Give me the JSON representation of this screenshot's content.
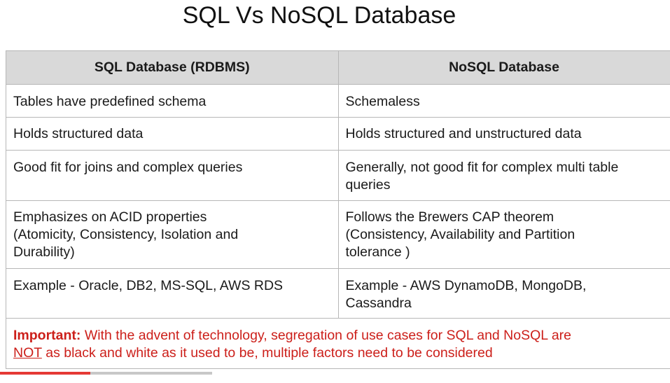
{
  "title": "SQL Vs NoSQL Database",
  "table": {
    "headers": [
      "SQL Database (RDBMS)",
      "NoSQL Database"
    ],
    "rows": [
      {
        "sql": [
          "Tables have predefined schema"
        ],
        "nosql": [
          "Schemaless"
        ]
      },
      {
        "sql": [
          "Holds structured data"
        ],
        "nosql": [
          "Holds structured and unstructured data"
        ]
      },
      {
        "sql": [
          "Good fit for joins and complex queries"
        ],
        "nosql": [
          "Generally, not good fit for complex multi table",
          "queries"
        ]
      },
      {
        "sql": [
          "Emphasizes on ACID properties",
          "(Atomicity, Consistency, Isolation and",
          "Durability)"
        ],
        "nosql": [
          "Follows the Brewers CAP theorem",
          "(Consistency, Availability and Partition",
          "tolerance )"
        ]
      },
      {
        "sql": [
          "Example - Oracle, DB2, MS-SQL, AWS RDS"
        ],
        "nosql": [
          "Example - AWS DynamoDB, MongoDB,",
          "Cassandra"
        ]
      }
    ],
    "note": {
      "label": "Important:",
      "line1_rest": " With the advent of technology, segregation of use cases for SQL and NoSQL are",
      "not_word": "NOT",
      "line2_rest": " as black and white as it used to be, multiple factors need to be considered"
    }
  },
  "video": {
    "played_fraction": 0.135,
    "buffered_fraction": 0.317
  },
  "colors": {
    "header_bg": "#d9d9d9",
    "note_text": "#cc1f1a",
    "progress_played": "#e53935",
    "progress_buffer": "#c8c8c8"
  }
}
